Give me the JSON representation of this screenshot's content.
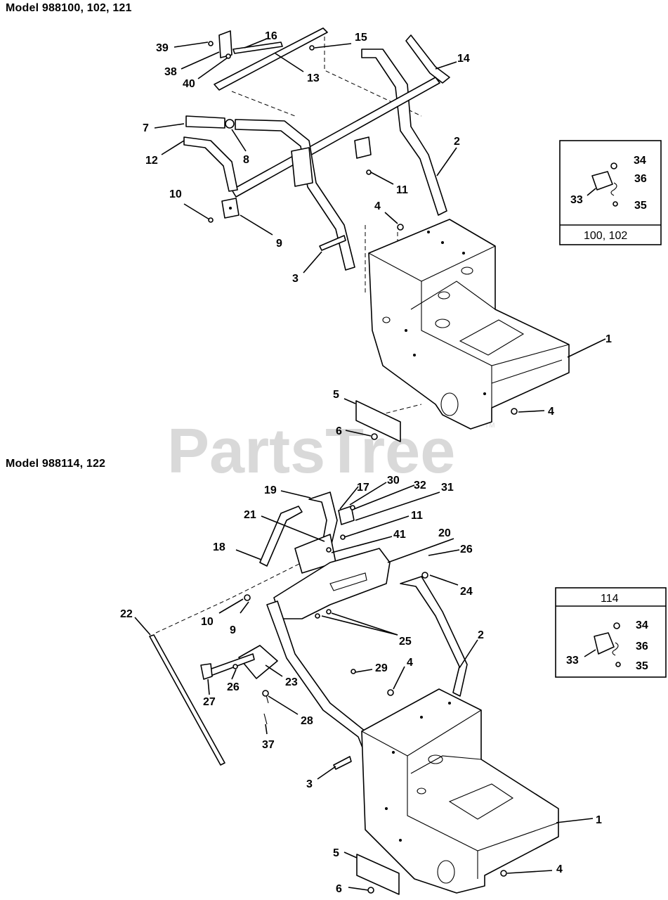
{
  "sections": [
    {
      "title": "Model 988100, 102, 121",
      "inset_label": "100, 102"
    },
    {
      "title": "Model 988114, 122",
      "inset_label": "114"
    }
  ],
  "watermark": {
    "text": "PartsTree",
    "trademark": "TM"
  },
  "callouts_top": [
    "39",
    "16",
    "15",
    "14",
    "38",
    "40",
    "13",
    "7",
    "8",
    "12",
    "2",
    "11",
    "10",
    "9",
    "4",
    "3",
    "1",
    "5",
    "6",
    "4"
  ],
  "callouts_inset": [
    "34",
    "36",
    "33",
    "35"
  ],
  "callouts_bottom": [
    "19",
    "17",
    "30",
    "32",
    "31",
    "21",
    "11",
    "18",
    "41",
    "20",
    "26",
    "24",
    "22",
    "10",
    "9",
    "25",
    "2",
    "29",
    "4",
    "27",
    "26",
    "23",
    "28",
    "37",
    "3",
    "1",
    "5",
    "4",
    "6"
  ]
}
